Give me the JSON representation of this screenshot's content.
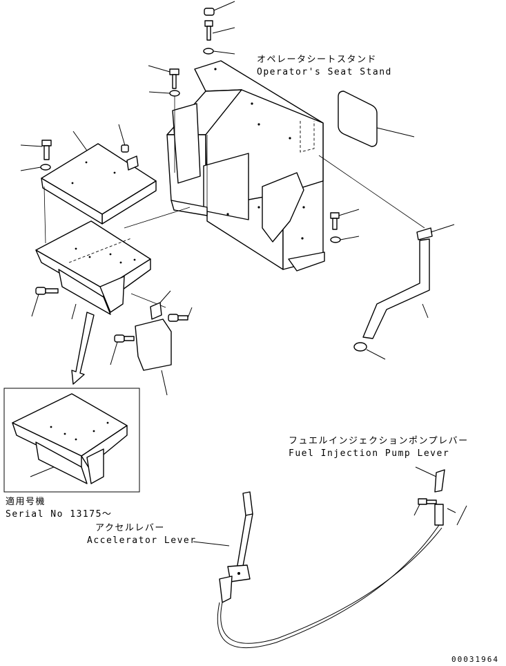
{
  "labels": {
    "seat_stand_jp": "オペレータシートスタンド",
    "seat_stand_en": "Operator's Seat Stand",
    "fuel_lever_jp": "フュエルインジェクションポンプレバー",
    "fuel_lever_en": "Fuel Injection Pump Lever",
    "serial_jp": "適用号機",
    "serial_en": "Serial No 13175～",
    "accel_jp": "アクセルレバー",
    "accel_en": "Accelerator Lever"
  },
  "drawing_number": "00031964"
}
